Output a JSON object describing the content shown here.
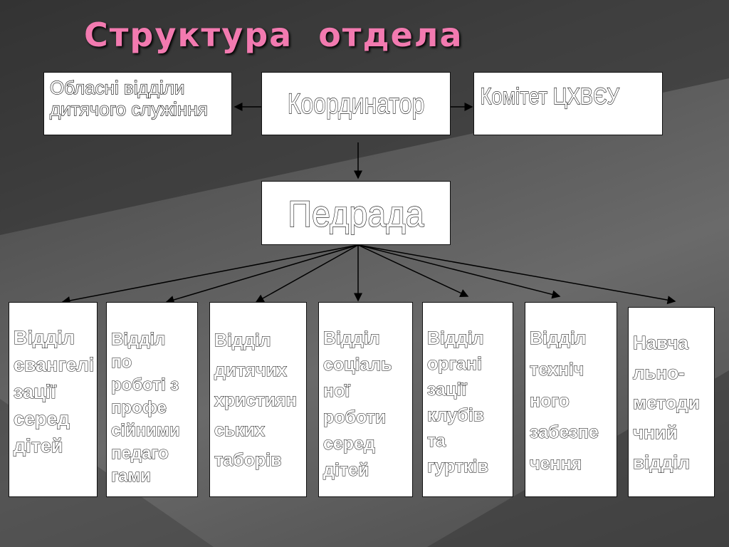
{
  "title": "Структура  отдела",
  "top_row": {
    "left": "Обласні відділи\nдитячого служіння",
    "center": "Координатор",
    "right": "Комітет ЦХВЄУ"
  },
  "middle": "Педрада",
  "departments": [
    "Відділ\nєвангелі\nзації\nсеред\nдітей",
    "Відділ\nпо\nроботі з\nпрофе\nсійними\nпедаго\nгами",
    "Відділ\nдитячих\nхристиян\nських\nтаборів",
    "Відділ\nсоціаль\nної\nроботи\nсеред\nдітей",
    "Відділ\nоргані\nзації\nклубів\nта\nгуртків",
    "Відділ\nтехніч\nного\nзабезпе\nчення",
    "Навча\nльно-\nметоди\nчний\nвідділ"
  ]
}
